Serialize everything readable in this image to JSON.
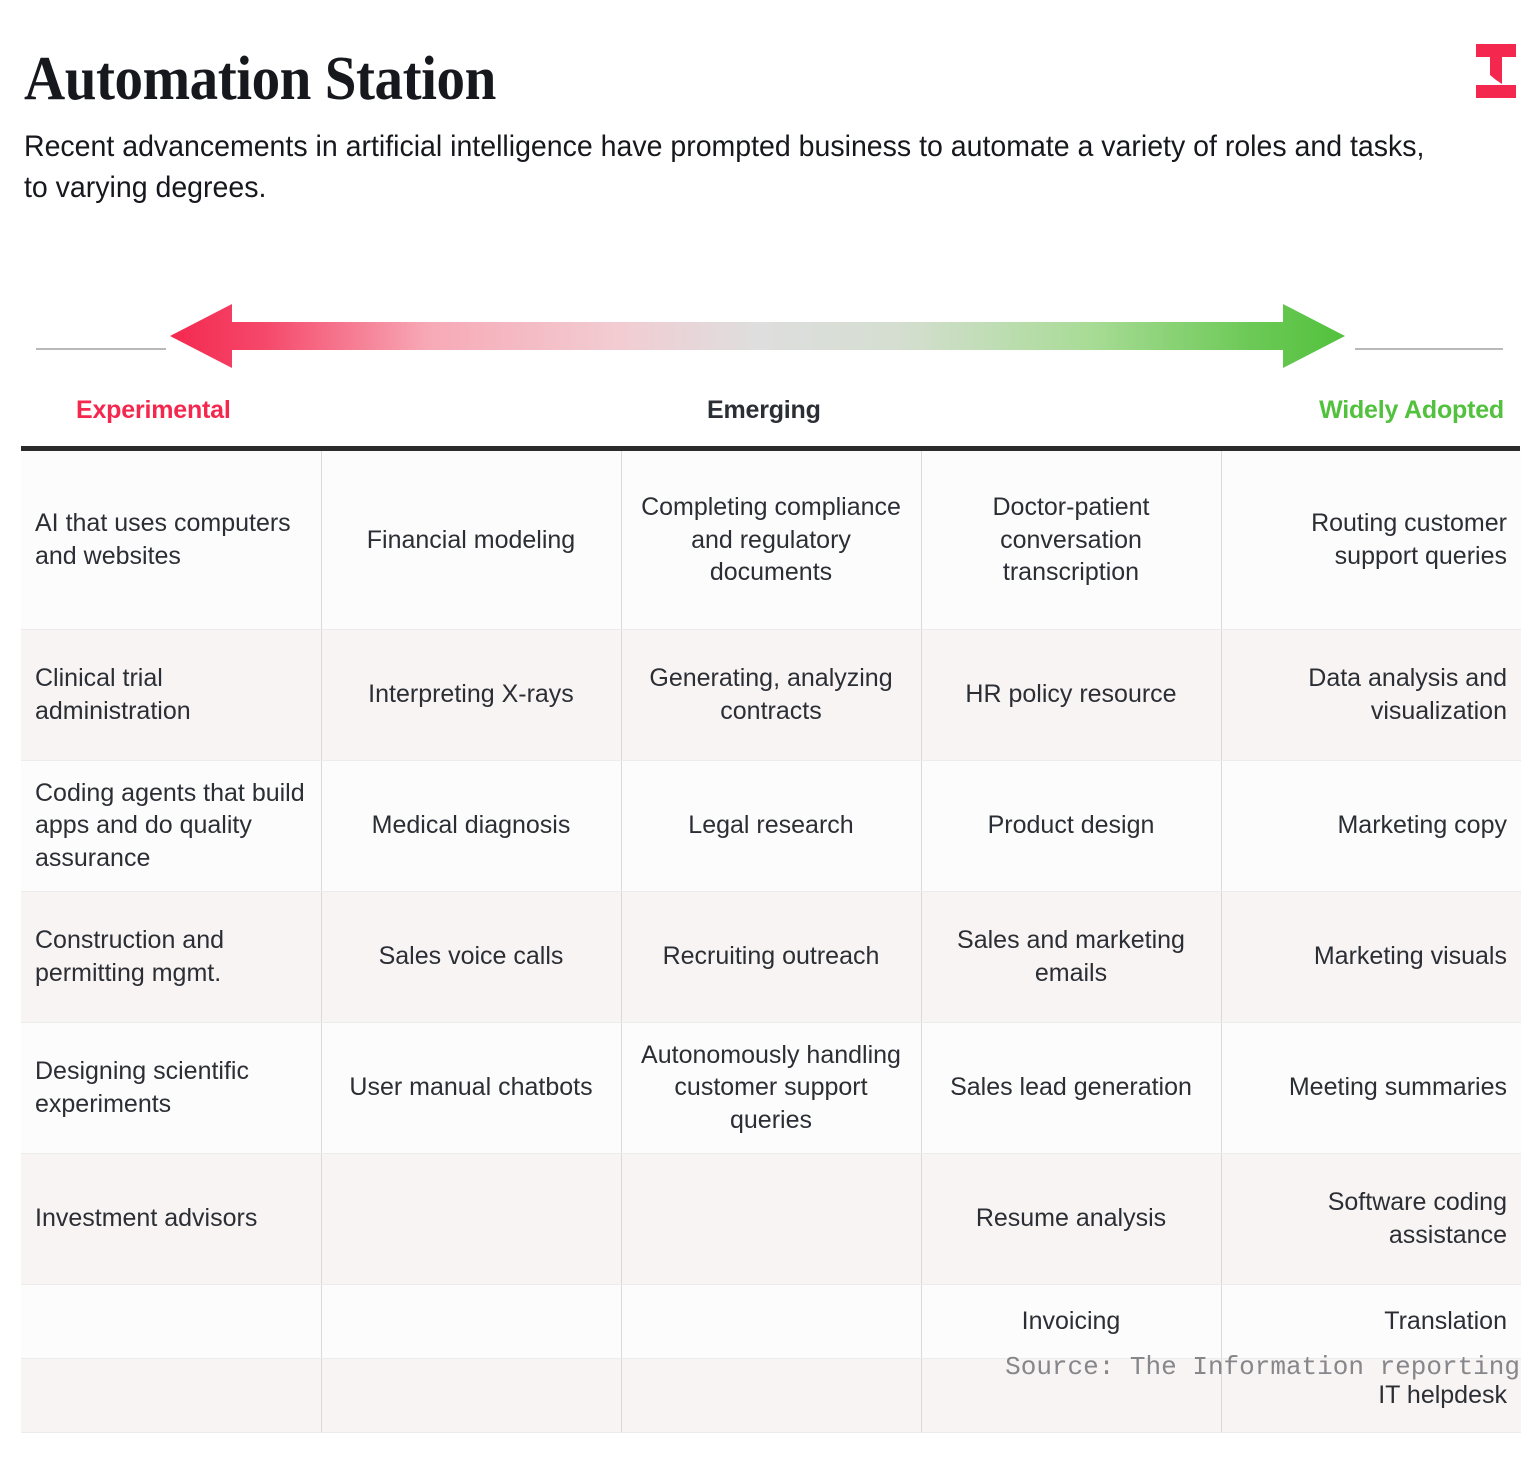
{
  "header": {
    "title": "Automation Station",
    "subtitle": "Recent advancements in artificial intelligence have prompted business to automate a variety of roles and tasks, to varying degrees."
  },
  "logo": {
    "name": "the-information-logo",
    "color": "#F4284F"
  },
  "spectrum": {
    "left_arrow_color_start": "#F4284F",
    "left_arrow_color_end": "#F8D8DC",
    "right_arrow_color_start": "#D7E8CF",
    "right_arrow_color_end": "#52C13D",
    "mid_color": "#DCDCDC",
    "rule_color": "#b9b9b9"
  },
  "labels": {
    "experimental": "Experimental",
    "emerging": "Emerging",
    "widely_adopted": "Widely Adopted",
    "experimental_color": "#F4284F",
    "emerging_color": "#2b2e34",
    "widely_adopted_color": "#52C13D"
  },
  "chart_data": {
    "type": "table",
    "title": "Automation Station",
    "columns": [
      "Experimental",
      "",
      "Emerging",
      "",
      "Widely Adopted"
    ],
    "rows": [
      [
        "AI that uses computers and websites",
        "Financial modeling",
        "Completing compliance and regulatory documents",
        "Doctor-patient conversation transcription",
        "Routing customer support queries"
      ],
      [
        "Clinical trial administration",
        "Interpreting X-rays",
        "Generating, analyzing contracts",
        "HR policy resource",
        "Data analysis and visualization"
      ],
      [
        "Coding agents that build apps and do quality assurance",
        "Medical diagnosis",
        "Legal research",
        "Product design",
        "Marketing copy"
      ],
      [
        "Construction and permitting mgmt.",
        "Sales voice calls",
        "Recruiting outreach",
        "Sales and marketing emails",
        "Marketing visuals"
      ],
      [
        "Designing scientific experiments",
        "User manual chatbots",
        "Autonomously handling customer support queries",
        "Sales lead generation",
        "Meeting summaries"
      ],
      [
        "Investment advisors",
        "",
        "",
        "Resume analysis",
        "Software coding assistance"
      ],
      [
        "",
        "",
        "",
        "Invoicing",
        "Translation"
      ],
      [
        "",
        "",
        "",
        "",
        "IT helpdesk"
      ]
    ]
  },
  "footer": {
    "source": "Source: The Information reporting"
  }
}
